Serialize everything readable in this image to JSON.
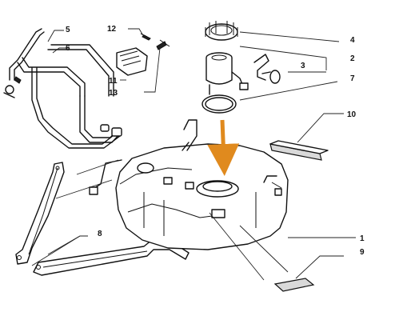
{
  "callouts": [
    {
      "id": "p1",
      "label": "1"
    },
    {
      "id": "p2",
      "label": "2"
    },
    {
      "id": "p3",
      "label": "3"
    },
    {
      "id": "p4",
      "label": "4"
    },
    {
      "id": "p5",
      "label": "5"
    },
    {
      "id": "p6",
      "label": "6"
    },
    {
      "id": "p7",
      "label": "7"
    },
    {
      "id": "p8",
      "label": "8"
    },
    {
      "id": "p9",
      "label": "9"
    },
    {
      "id": "p10",
      "label": "10"
    },
    {
      "id": "p11",
      "label": "11"
    },
    {
      "id": "p12",
      "label": "12"
    },
    {
      "id": "p13",
      "label": "13"
    }
  ],
  "colors": {
    "highlight_arrow": "#e08a1e",
    "line": "#111111"
  }
}
